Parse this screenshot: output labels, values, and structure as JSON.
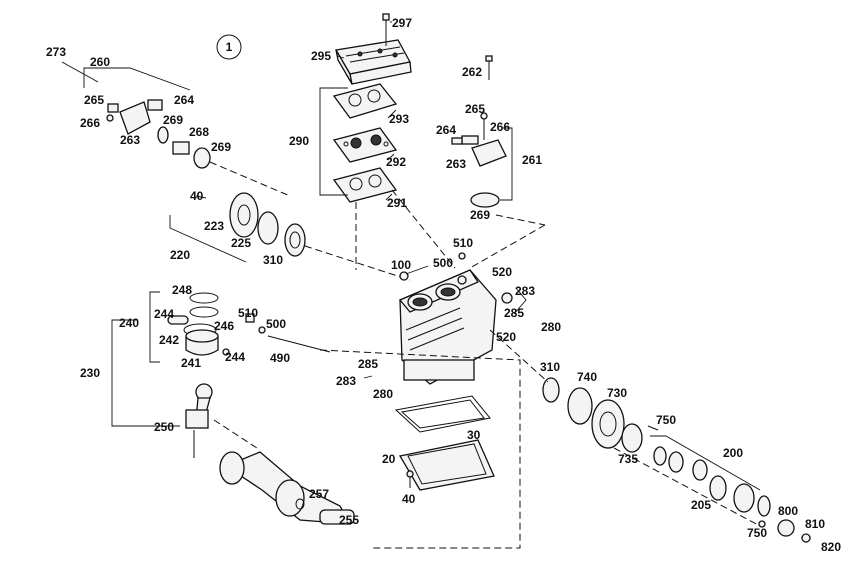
{
  "diagram": {
    "badge": "1",
    "labels": {
      "p297": "297",
      "p295": "295",
      "p293": "293",
      "p290": "290",
      "p292": "292",
      "p291": "291",
      "p262": "262",
      "p265b": "265",
      "p264b": "264",
      "p266b": "266",
      "p263b": "263",
      "p261": "261",
      "p269c": "269",
      "p273": "273",
      "p260": "260",
      "p265a": "265",
      "p264a": "264",
      "p266a": "266",
      "p263a": "263",
      "p269a": "269",
      "p268": "268",
      "p269b": "269",
      "p40a": "40",
      "p223": "223",
      "p225": "225",
      "p310a": "310",
      "p220": "220",
      "p100": "100",
      "p510a": "510",
      "p500a": "500",
      "p520a": "520",
      "p283a": "283",
      "p285a": "285",
      "p280a": "280",
      "p520b": "520",
      "p248": "248",
      "p240": "240",
      "p244a": "244",
      "p246": "246",
      "p242": "242",
      "p241": "241",
      "p244b": "244",
      "p510b": "510",
      "p500b": "500",
      "p490": "490",
      "p230": "230",
      "p285b": "285",
      "p283b": "283",
      "p280b": "280",
      "p250": "250",
      "p30": "30",
      "p20": "20",
      "p40b": "40",
      "p257": "257",
      "p255": "255",
      "p310b": "310",
      "p740": "740",
      "p730": "730",
      "p750a": "750",
      "p735": "735",
      "p200": "200",
      "p205": "205",
      "p800": "800",
      "p750b": "750",
      "p810": "810",
      "p820": "820"
    }
  }
}
